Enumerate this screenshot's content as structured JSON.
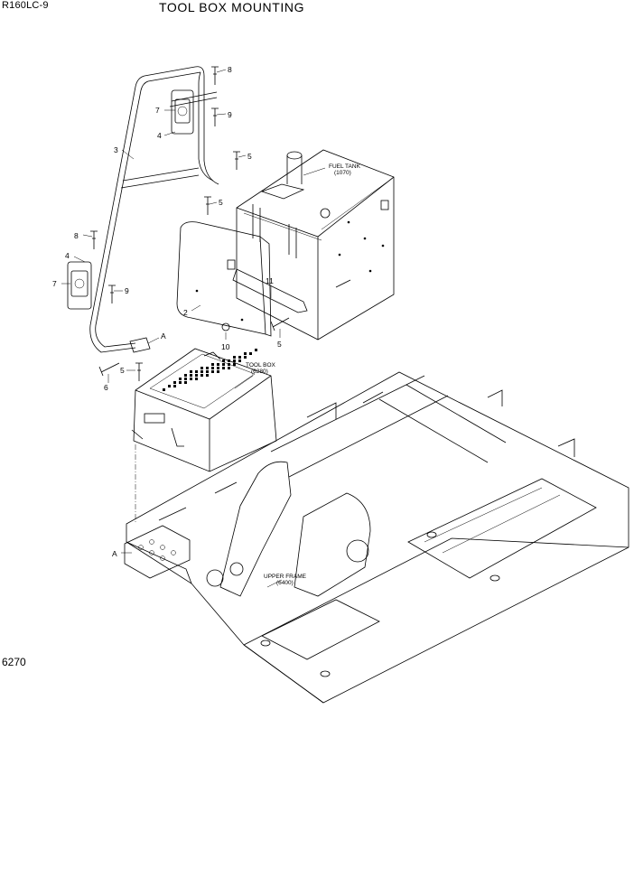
{
  "header": {
    "model": "R160LC-9",
    "title": "TOOL BOX MOUNTING"
  },
  "page_number": "6270",
  "callouts": {
    "c2": "2",
    "c3": "3",
    "c4a": "4",
    "c4b": "4",
    "c5a": "5",
    "c5b": "5",
    "c5c": "5",
    "c5d": "5",
    "c6": "6",
    "c7a": "7",
    "c7b": "7",
    "c8a": "8",
    "c8b": "8",
    "c9a": "9",
    "c9b": "9",
    "c10": "10",
    "c11": "11",
    "cAa": "A",
    "cAb": "A"
  },
  "references": {
    "fuel_tank_name": "FUEL TANK",
    "fuel_tank_ref": "(1070)",
    "tool_box_name": "TOOL BOX",
    "tool_box_ref": "(6280)",
    "upper_frame_name": "UPPER FRAME",
    "upper_frame_ref": "(6400)"
  }
}
